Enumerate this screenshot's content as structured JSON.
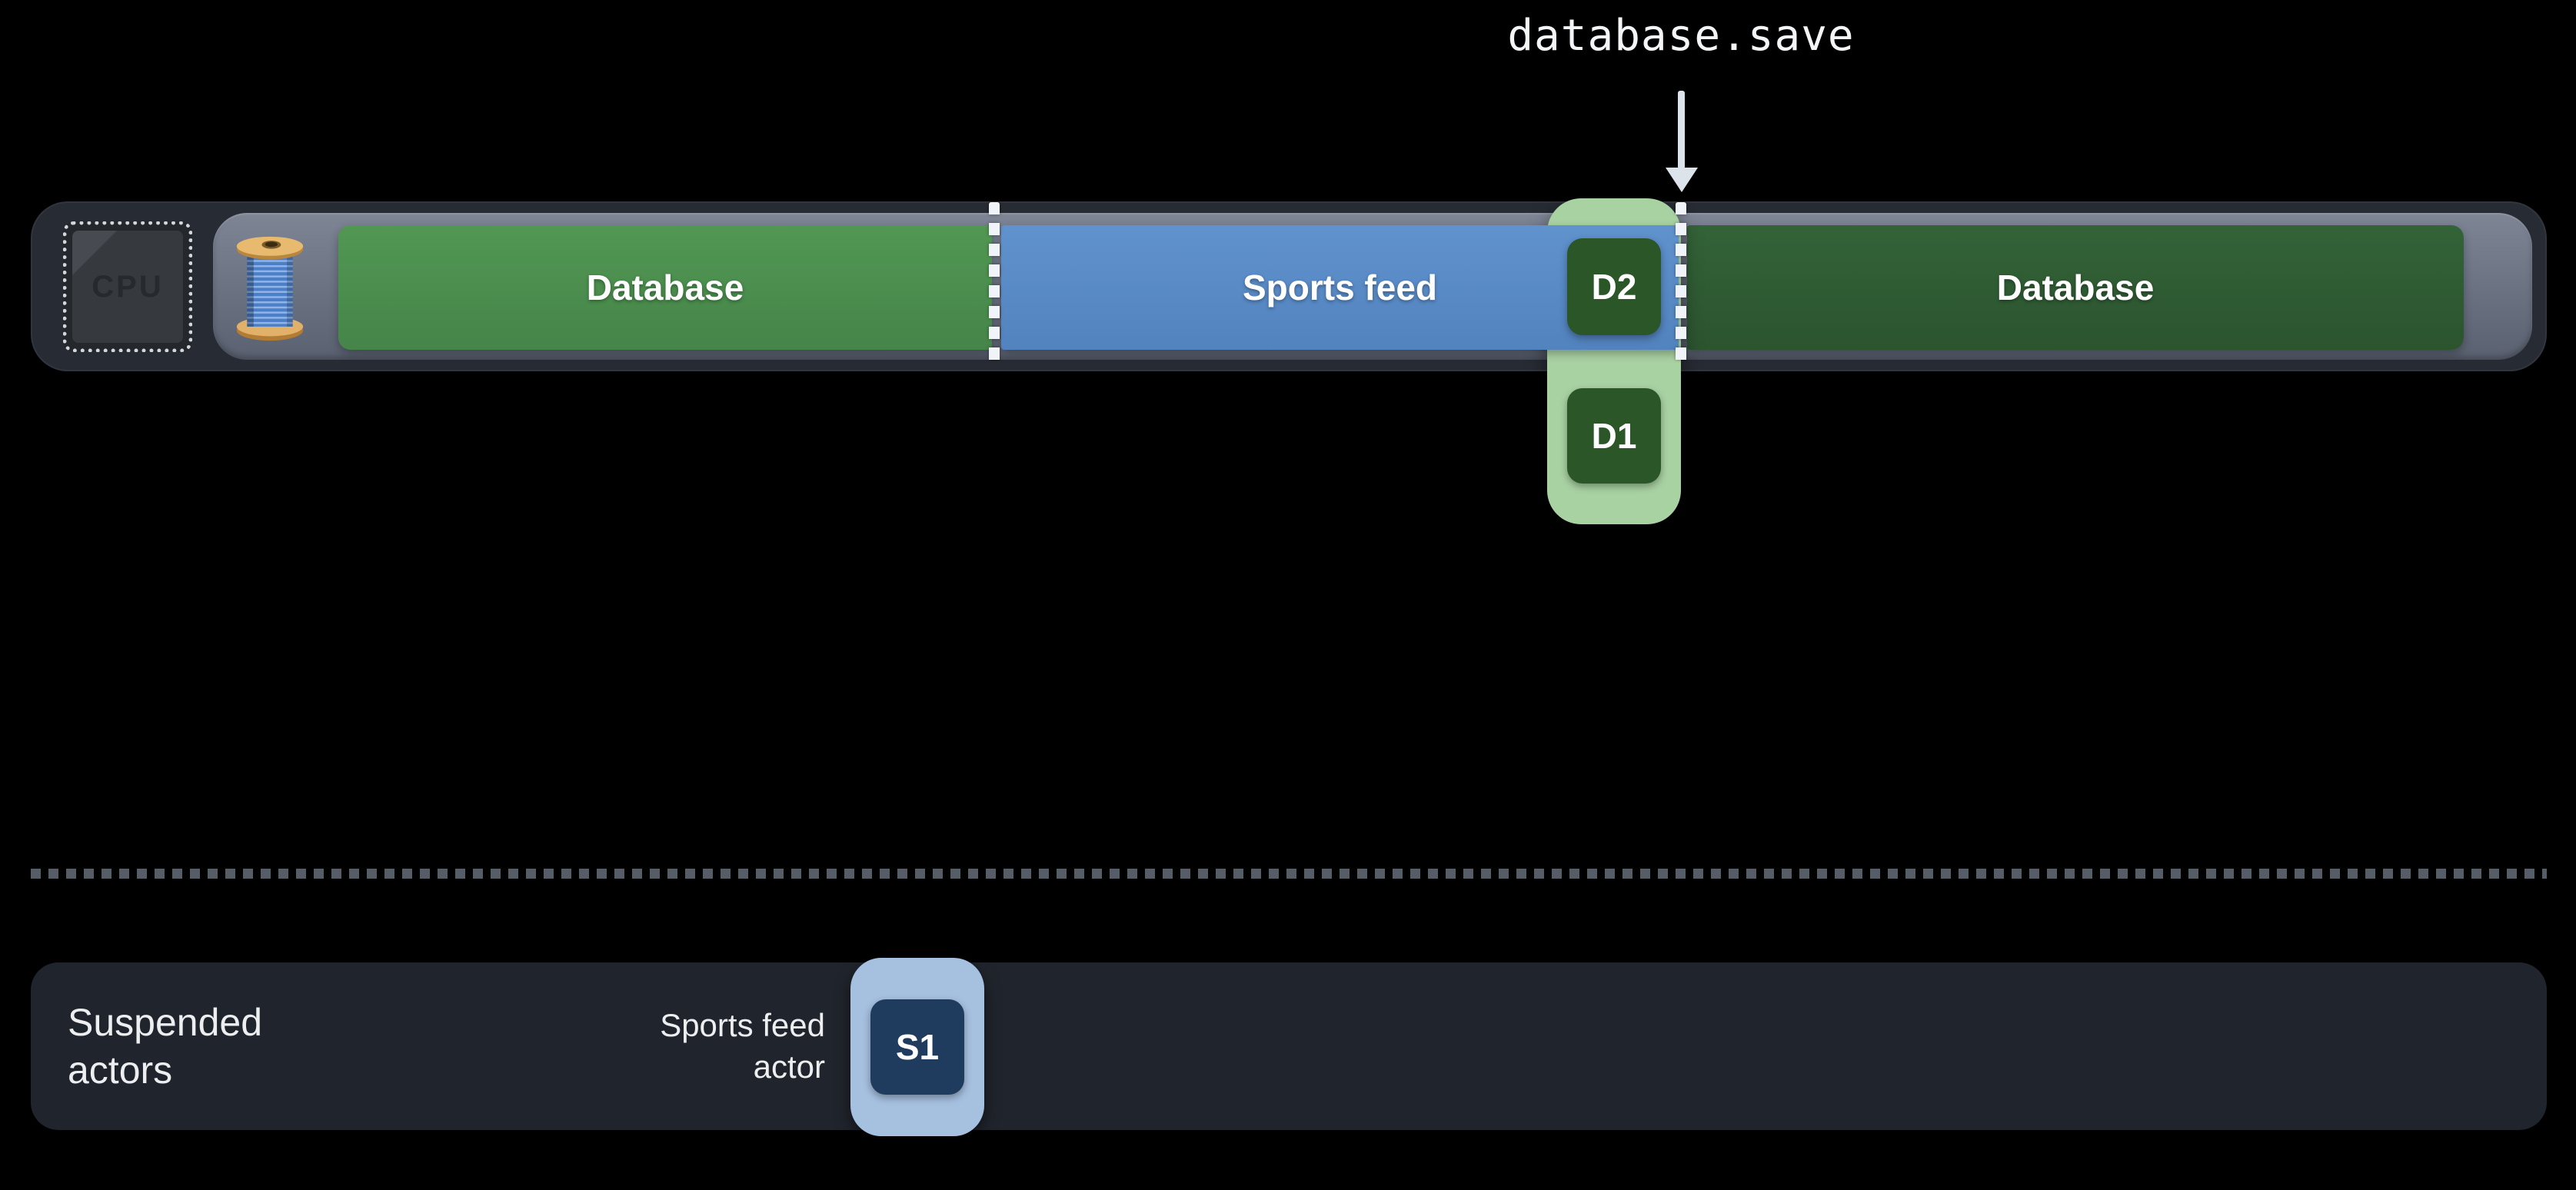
{
  "colors": {
    "database_segment": "#4b8e4e",
    "sports_feed_segment": "#5b8cc8",
    "database_segment_dark": "#2f5c32",
    "database_job_container": "#a9d2a3",
    "database_job": "#2b5628",
    "suspended_job_container": "#a6c0e0",
    "suspended_job": "#1f3b5e",
    "track_gray": "#6a7181",
    "executor_shell": "#272b33",
    "suspended_panel": "#20242c"
  },
  "call_annotation": {
    "label": "database.save"
  },
  "executor": {
    "cpu_label": "CPU"
  },
  "timeline": {
    "segments": [
      {
        "id": "database-1",
        "label": "Database"
      },
      {
        "id": "sports-feed",
        "label": "Sports feed"
      },
      {
        "id": "database-2",
        "label": "Database"
      }
    ],
    "database_jobs": [
      {
        "label": "D2"
      },
      {
        "label": "D1"
      }
    ]
  },
  "suspended_section": {
    "title_lines": [
      "Suspended",
      "actors"
    ],
    "actor_caption_lines": [
      "Sports feed",
      "actor"
    ],
    "actor_job": {
      "label": "S1"
    }
  }
}
